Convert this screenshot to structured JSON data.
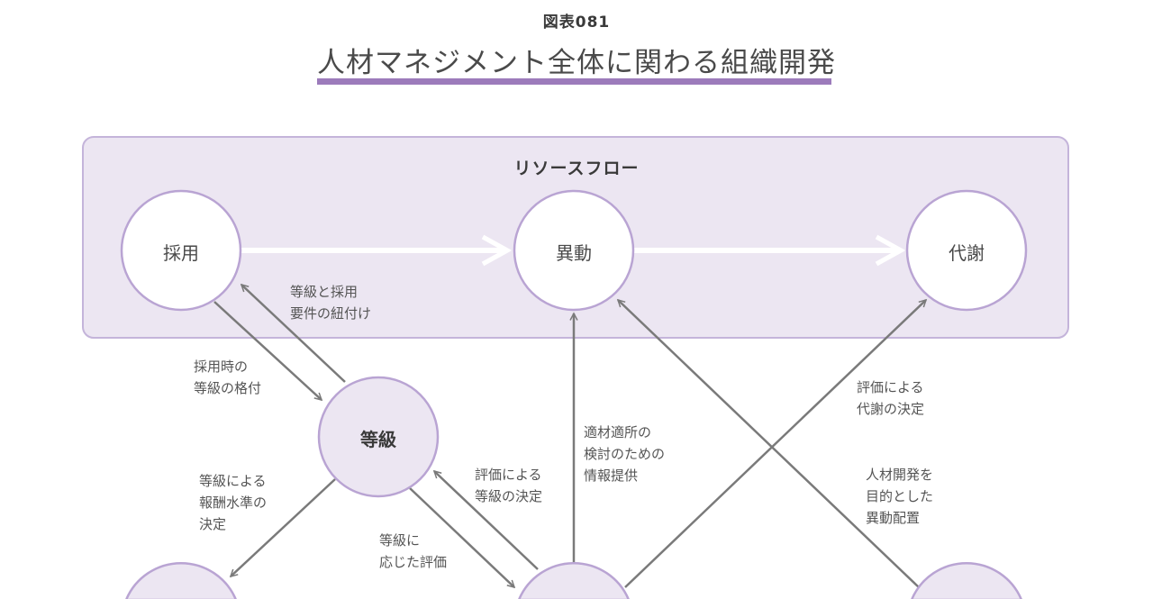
{
  "figure": {
    "number": "図表081",
    "title": "人材マネジメント全体に関わる組織開発",
    "accent_color": "#9c7bbb"
  },
  "resource_flow": {
    "title": "リソースフロー",
    "fill_color": "#ece6f2",
    "nodes": [
      {
        "label": "採用"
      },
      {
        "label": "異動"
      },
      {
        "label": "代謝"
      }
    ]
  },
  "nodes": {
    "grade": {
      "label": "等級"
    }
  },
  "edge_labels": {
    "grade_hiring_link": "等級と採用\n要件の紐付け",
    "hiring_grade_assign": "採用時の\n等級の格付",
    "grade_pay_level": "等級による\n報酬水準の\n決定",
    "grade_based_eval": "等級に\n応じた評価",
    "eval_grade_decision": "評価による\n等級の決定",
    "info_for_placement": "適材適所の\n検討のための\n情報提供",
    "eval_exit_decision": "評価による\n代謝の決定",
    "dev_transfer": "人材開発を\n目的とした\n異動配置"
  }
}
